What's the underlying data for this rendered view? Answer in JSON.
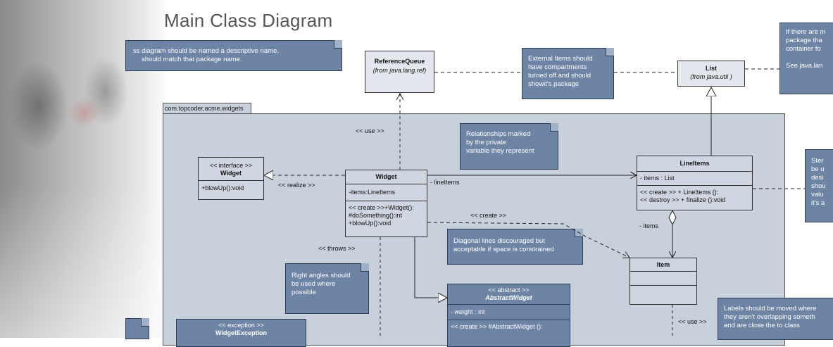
{
  "title": "Main Class Diagram",
  "package_name": "com.topcoder.acme.widgets",
  "notes": {
    "naming": [
      "ss diagram should be named a descriptive name.",
      "should match that package name."
    ],
    "external": [
      "External Items should",
      "have compartments",
      "turned off and should",
      "showit's package"
    ],
    "top_right": [
      "If there are m",
      "package tha",
      "container fo",
      "",
      "See java.lan"
    ],
    "relationships": [
      "Relationships marked",
      "by the private",
      "variable they represent"
    ],
    "stereo": [
      "Ster",
      "be u",
      "desi",
      "shou",
      "valu",
      "it's a"
    ],
    "diagonal": [
      "Diagonal lines discouraged but",
      "acceptable if space is constrained"
    ],
    "right_angles": [
      "Right angles should",
      "be used where",
      "possible"
    ],
    "labels": [
      "Labels should be moved where",
      "they aren't overlapping someth",
      "and are close the to class"
    ]
  },
  "classes": {
    "reference_queue": {
      "name": "ReferenceQueue",
      "from": "(from java.lang.ref)"
    },
    "list": {
      "name": "List",
      "from": "(from java.util )"
    },
    "widget_interface": {
      "stereotype": "<< interface >>",
      "name": "Widget",
      "ops": "+blowUp():void"
    },
    "widget": {
      "name": "Widget",
      "attrs": "-items:LineItems",
      "ops": [
        "<< create >>+Widget():",
        "#doSomething():int",
        "+blowUp():void"
      ]
    },
    "line_items": {
      "name": "LineItems",
      "attrs": "- items : List",
      "ops": [
        "<<  create  >> + LineItems ():",
        "<<  destroy  >> + finalize ():void"
      ]
    },
    "item": {
      "name": "Item"
    },
    "abstract_widget": {
      "stereotype": "<<  abstract  >>",
      "name": "AbstractWidget",
      "attrs": "- weight : int",
      "ops": "<<  create  >> #AbstractWidget  ():"
    },
    "widget_exception": {
      "stereotype": "<<  exception  >>",
      "name": "WidgetException"
    }
  },
  "labels": {
    "use_top": "<<  use >>",
    "realize": "<<  realize  >>",
    "line_items_assoc": "- lineItems",
    "create": "<<  create  >>",
    "items": "- items",
    "throws": "<<  throws  >>",
    "use_bottom": "<<  use >>"
  }
}
